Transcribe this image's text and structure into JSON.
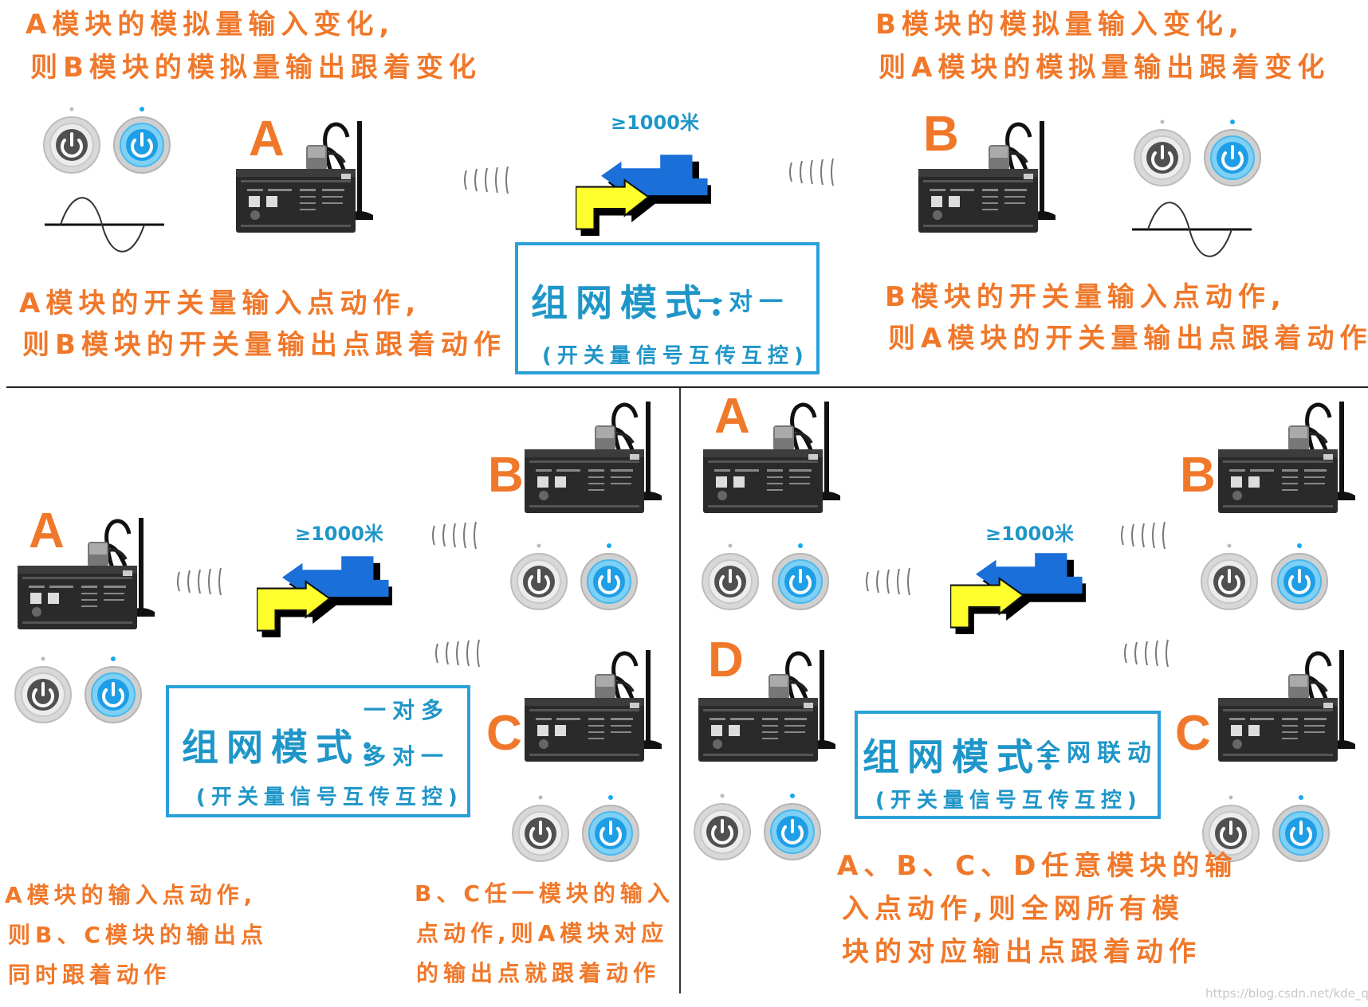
{
  "top": {
    "left_analog_caption": [
      "A模块的模拟量输入变化,",
      "则B模块的模拟量输出跟着变化"
    ],
    "right_analog_caption": [
      "B模块的模拟量输入变化,",
      "则A模块的模拟量输出跟着变化"
    ],
    "left_switch_caption": [
      "A模块的开关量输入点动作,",
      "则B模块的开关量输出点跟着动作"
    ],
    "right_switch_caption": [
      "B模块的开关量输入点动作,",
      "则A模块的开关量输出点跟着动作"
    ],
    "distance": "≥1000米",
    "mode_label": "组网模式:",
    "mode_value": "一对一",
    "mode_sub": "(开关量信号互传互控)",
    "letter_left": "A",
    "letter_right": "B"
  },
  "bottom_left": {
    "distance": "≥1000米",
    "mode_label": "组网模式:",
    "mode_value_1": "一对多",
    "mode_value_2": "多对一",
    "mode_sub": "(开关量信号互传互控)",
    "letter_a": "A",
    "letter_b": "B",
    "letter_c": "C",
    "caption_left": [
      "A模块的输入点动作,",
      "则B、C模块的输出点",
      "同时跟着动作"
    ],
    "caption_right": [
      "B、C任一模块的输入",
      "点动作,则A模块对应",
      "的输出点就跟着动作"
    ]
  },
  "bottom_right": {
    "distance": "≥1000米",
    "mode_label": "组网模式:",
    "mode_value": "全网联动",
    "mode_sub": "(开关量信号互传互控)",
    "letter_a": "A",
    "letter_b": "B",
    "letter_c": "C",
    "letter_d": "D",
    "caption": [
      "A、B、C、D任意模块的输",
      "入点动作,则全网所有模",
      "块的对应输出点跟着动作"
    ]
  },
  "watermark": "https://blog.csdn.net/kde_qt",
  "colors": {
    "caption": "#f0782a",
    "mode": "#1f96c8",
    "arrow_blue": "#1a6fd8",
    "arrow_yellow": "#ffff2e"
  }
}
